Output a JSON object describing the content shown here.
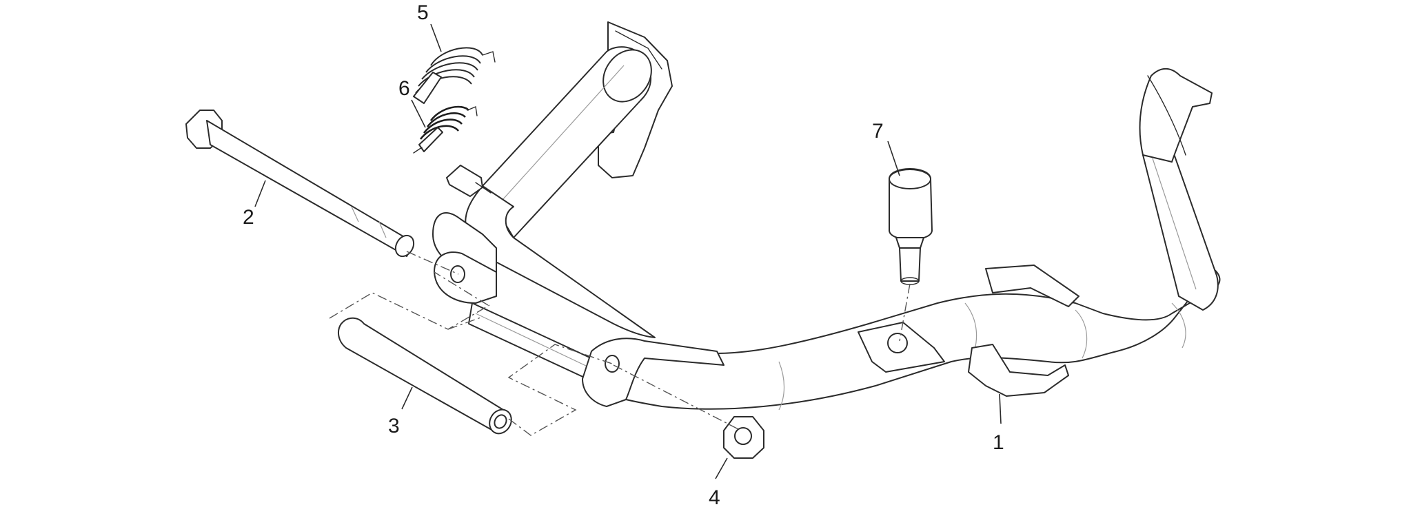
{
  "diagram": {
    "callouts": [
      {
        "id": "1",
        "label": "1"
      },
      {
        "id": "2",
        "label": "2"
      },
      {
        "id": "3",
        "label": "3"
      },
      {
        "id": "4",
        "label": "4"
      },
      {
        "id": "5",
        "label": "5"
      },
      {
        "id": "6",
        "label": "6"
      },
      {
        "id": "7",
        "label": "7"
      }
    ],
    "colors": {
      "line": "#2b2b2b",
      "background": "#ffffff"
    }
  }
}
